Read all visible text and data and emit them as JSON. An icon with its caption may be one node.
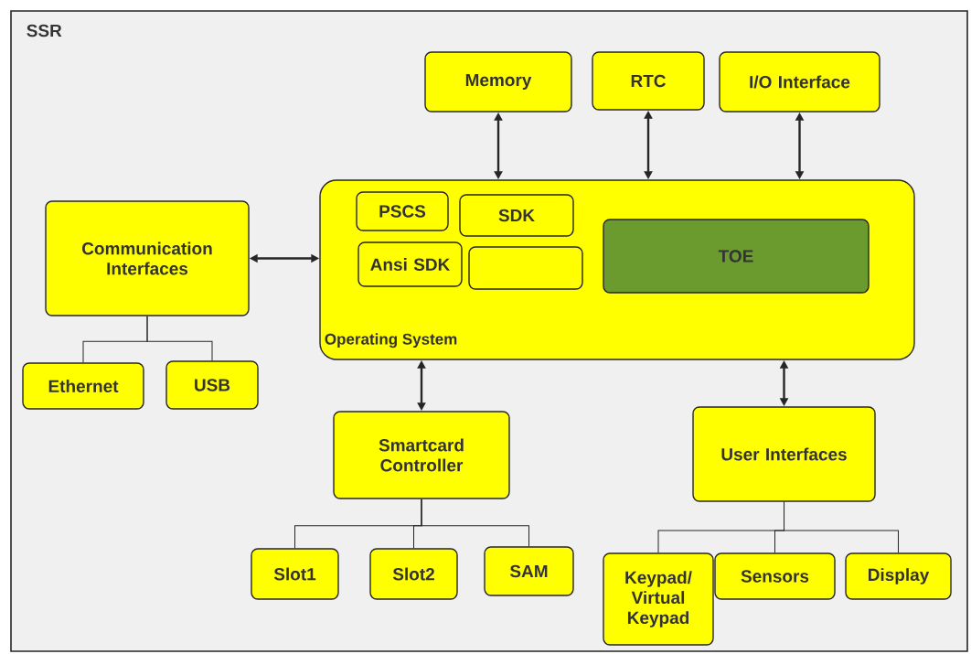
{
  "diagram": {
    "nodes": [
      {
        "text": [
          "SSR"
        ]
      },
      {
        "text": [
          "Memory"
        ],
        "in": 0
      },
      {
        "text": [
          "RTC"
        ],
        "in": 0
      },
      {
        "text": [
          "I/O Interface"
        ],
        "in": 0
      },
      {
        "text": [
          "Communication Interfaces"
        ],
        "in": 0
      },
      {
        "text": [
          "Operating System"
        ],
        "in": 0
      },
      {
        "text": [
          "PSCS"
        ],
        "in": 5
      },
      {
        "text": [
          "SDK"
        ],
        "in": 5
      },
      {
        "text": [
          "Ansi SDK"
        ],
        "in": 5
      },
      {
        "text": [],
        "shape": "box",
        "in": 5
      },
      {
        "text": [
          "TOE"
        ],
        "in": 5
      },
      {
        "text": [
          "Ethernet"
        ],
        "in": 0
      },
      {
        "text": [
          "USB"
        ],
        "in": 0
      },
      {
        "text": [
          "Smartcard Controller"
        ],
        "in": 0
      },
      {
        "text": [
          "User Interfaces"
        ],
        "in": 0
      },
      {
        "text": [
          "Slot1"
        ],
        "in": 0
      },
      {
        "text": [
          "Slot2"
        ],
        "in": 0
      },
      {
        "text": [
          "SAM"
        ],
        "in": 0
      },
      {
        "text": [
          "Keypad/ Virtual Keypad"
        ],
        "in": 0
      },
      {
        "text": [
          "Sensors"
        ],
        "in": 0
      },
      {
        "text": [
          "Display"
        ],
        "in": 0
      }
    ],
    "edges": [
      {
        "from": 1,
        "to": 5,
        "arrow": "both"
      },
      {
        "from": 2,
        "to": 5,
        "arrow": "both"
      },
      {
        "from": 3,
        "to": 5,
        "arrow": "both"
      },
      {
        "from": 4,
        "to": 5,
        "arrow": "both"
      },
      {
        "from": 5,
        "to": 13,
        "arrow": "both"
      },
      {
        "from": 5,
        "to": 14,
        "arrow": "both"
      },
      {
        "from": 4,
        "to": 11,
        "arrow": "none"
      },
      {
        "from": 4,
        "to": 12,
        "arrow": "none"
      },
      {
        "from": 13,
        "to": 15,
        "arrow": "none"
      },
      {
        "from": 13,
        "to": 16,
        "arrow": "none"
      },
      {
        "from": 13,
        "to": 17,
        "arrow": "none"
      },
      {
        "from": 14,
        "to": 18,
        "arrow": "none"
      },
      {
        "from": 14,
        "to": 19,
        "arrow": "none"
      },
      {
        "from": 14,
        "to": 20,
        "arrow": "none"
      }
    ]
  }
}
